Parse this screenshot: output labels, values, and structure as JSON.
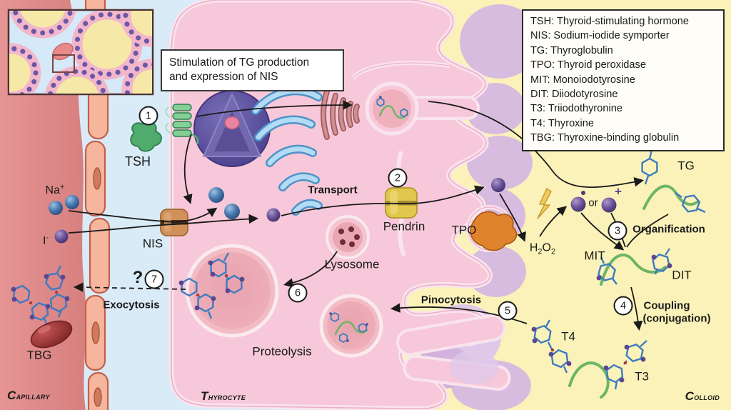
{
  "legend": {
    "items": [
      "TSH: Thyroid-stimulating hormone",
      "NIS: Sodium-iodide symporter",
      "TG: Thyroglobulin",
      "TPO: Thyroid peroxidase",
      "MIT: Monoiodotyrosine",
      "DIT: Diiodotyrosine",
      "T3: Triiodothyronine",
      "T4: Thyroxine",
      "TBG: Thyroxine-binding globulin"
    ]
  },
  "callout": {
    "line1": "Stimulation of TG production",
    "line2": "and expression of NIS"
  },
  "steps": [
    "1",
    "2",
    "3",
    "4",
    "5",
    "6",
    "7"
  ],
  "labels": {
    "tsh": "TSH",
    "na": "Na",
    "plus": "+",
    "iodide": "I",
    "minus": "-",
    "nis": "NIS",
    "transport": "Transport",
    "pendrin": "Pendrin",
    "tpo": "TPO",
    "h": "H",
    "sub2a": "2",
    "o": "O",
    "sub2b": "2",
    "or": "or",
    "cation_plus": "+",
    "mit": "MIT",
    "dit": "DIT",
    "tg": "TG",
    "organification": "Organification",
    "coupling": "Coupling",
    "conjugation": "(conjugation)",
    "t4": "T4",
    "t3": "T3",
    "lysosome": "Lysosome",
    "proteolysis": "Proteolysis",
    "pinocytosis": "Pinocytosis",
    "exocytosis": "Exocytosis",
    "question": "?",
    "tbg": "TBG"
  },
  "regions": {
    "capillary": "Capillary",
    "thyrocyte": "Thyrocyte",
    "colloid": "Colloid"
  },
  "colors": {
    "colloid_bg": "#FAF2B9",
    "cytoplasm": "#F7C8D9",
    "interstitium": "#D9EBF7",
    "capillary_lumen": "#E08787",
    "membrane_band": "#F9E4EE",
    "nucleus": "#5A4D9E",
    "er_blue": "#A9D6F0",
    "golgi": "#C98B8B",
    "tsh_green": "#4FAC6D",
    "nis_orange": "#D0905A",
    "pendrin_gold": "#E2C74E",
    "tpo_orange": "#E0832D",
    "sodium_blue": "#3D6FA8",
    "iodide_purple": "#5C4690",
    "tg_strand_green": "#6CB567",
    "ring_blue": "#3D7CC0",
    "tbg_red": "#A33434",
    "microvilli_shadow": "#D8BCE0"
  }
}
